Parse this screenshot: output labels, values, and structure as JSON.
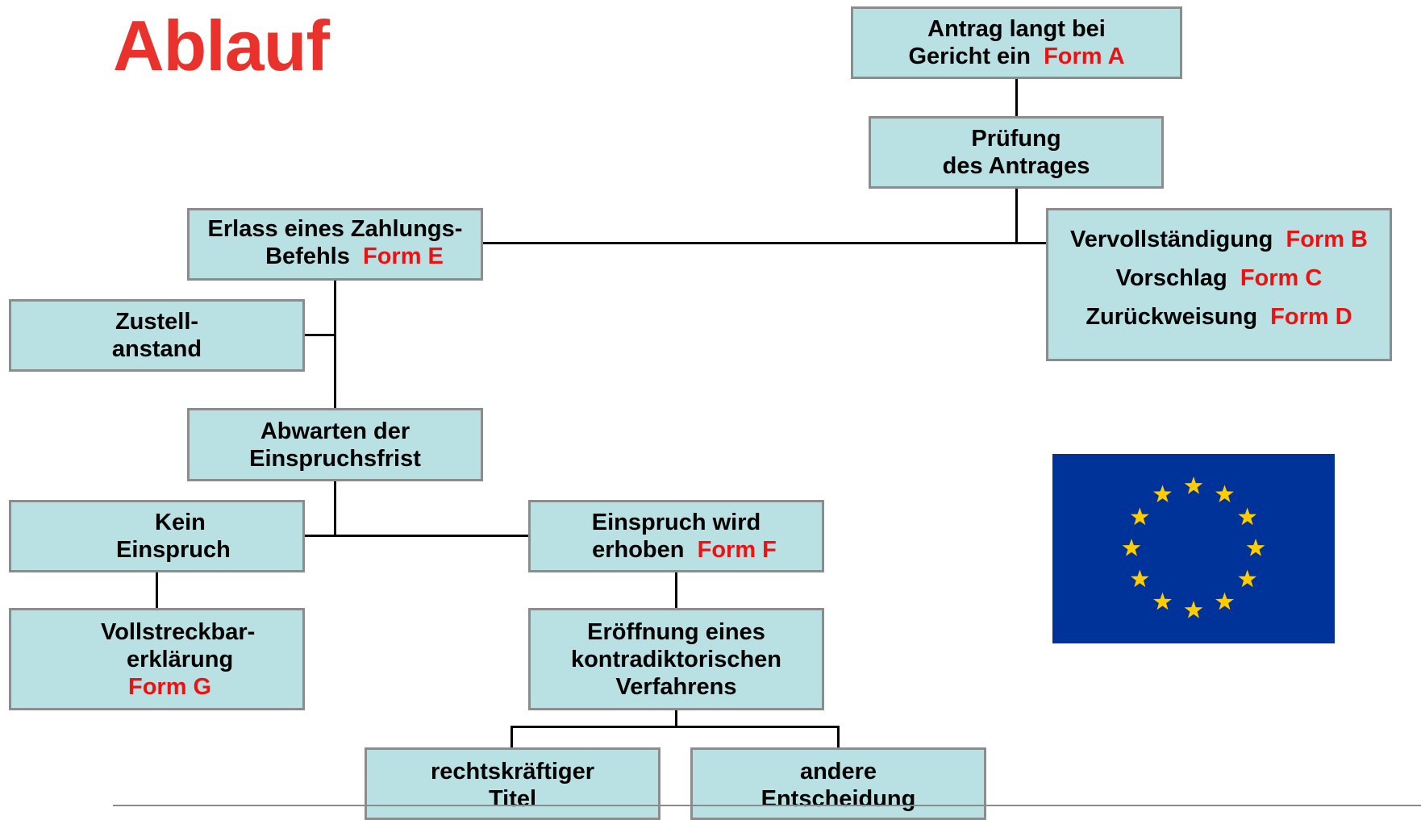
{
  "title": "Ablauf",
  "colors": {
    "box_fill": "#b9e0e3",
    "box_border": "#8c8c8c",
    "form_label": "#ee1111",
    "title": "#e8322b",
    "flag_blue": "#003399",
    "flag_star": "#ffcc00"
  },
  "nodes": {
    "antrag": {
      "line1": "Antrag langt bei",
      "line2_text": "Gericht ein",
      "form": "Form A"
    },
    "pruefung": {
      "line1": "Prüfung",
      "line2": "des Antrages"
    },
    "erlass": {
      "line1": "Erlass eines Zahlungs-",
      "line2_text": "Befehls",
      "form": "Form E"
    },
    "vervollstaendigung": {
      "rows": [
        {
          "text": "Vervollständigung",
          "form": "Form B"
        },
        {
          "text": "Vorschlag",
          "form": "Form C"
        },
        {
          "text": "Zurückweisung",
          "form": "Form D"
        }
      ]
    },
    "zustell": {
      "line1": "Zustell-",
      "line2": "anstand"
    },
    "abwarten": {
      "line1": "Abwarten der",
      "line2": "Einspruchsfrist"
    },
    "kein": {
      "line1": "Kein",
      "line2": "Einspruch"
    },
    "einspruch": {
      "line1": "Einspruch wird",
      "line2_text": "erhoben",
      "form": "Form F"
    },
    "vollstreck": {
      "line1": "Vollstreckbar-",
      "line2": "erklärung",
      "form": "Form G"
    },
    "eroeffnung": {
      "line1": "Eröffnung eines",
      "line2": "kontradiktorischen",
      "line3": "Verfahrens"
    },
    "rechtskraeftig": {
      "line1": "rechtskräftiger",
      "line2": "Titel"
    },
    "andere": {
      "line1": "andere",
      "line2": "Entscheidung"
    }
  }
}
